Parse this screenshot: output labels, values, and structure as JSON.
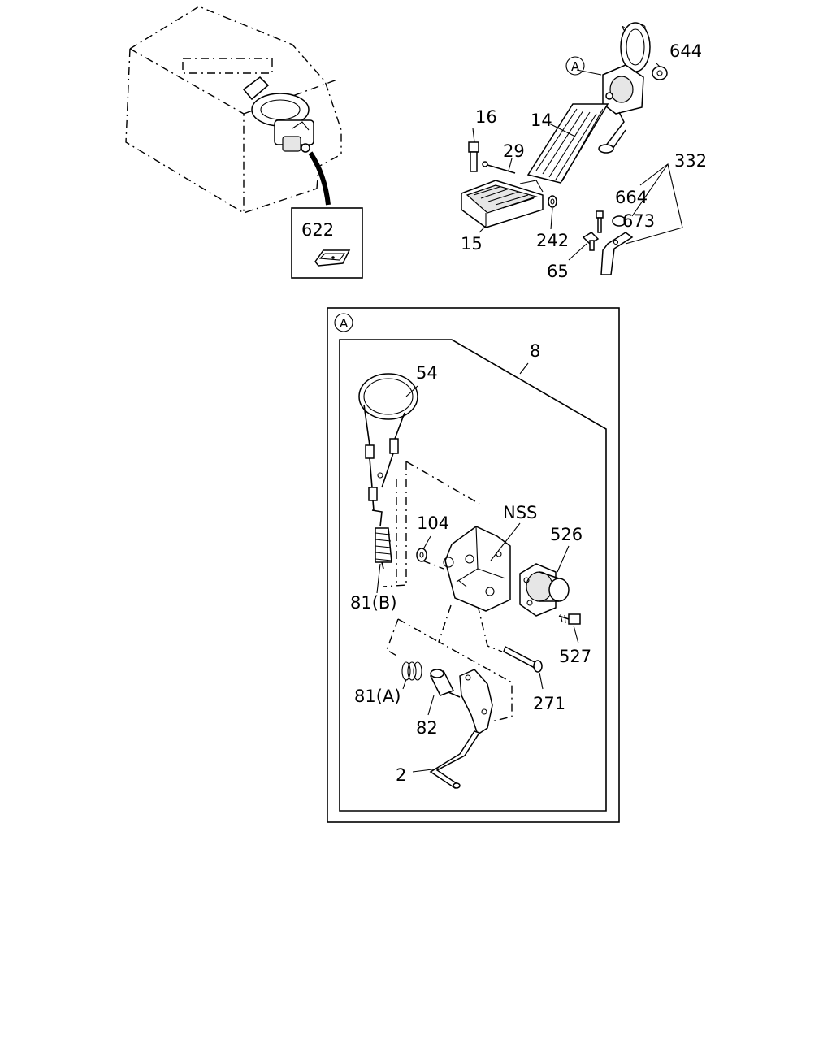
{
  "diagram": {
    "labels": {
      "p622": "622",
      "p644": "644",
      "pA_top": "A",
      "p16": "16",
      "p14": "14",
      "p29": "29",
      "p332": "332",
      "p664": "664",
      "p673": "673",
      "p15": "15",
      "p242": "242",
      "p65": "65",
      "pA_box": "A",
      "p8": "8",
      "p54": "54",
      "pNSS": "NSS",
      "p104": "104",
      "p526": "526",
      "p81B": "81(B)",
      "p527": "527",
      "p81A": "81(A)",
      "p82": "82",
      "p271": "271",
      "p2": "2"
    }
  }
}
